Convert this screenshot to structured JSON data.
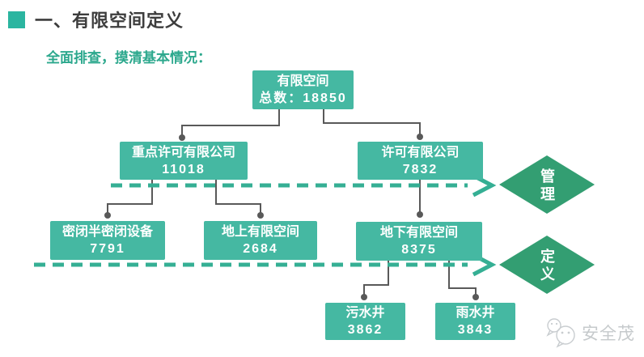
{
  "header": {
    "title": "一、有限空间定义"
  },
  "intro": "全面排查，摸清基本情况：",
  "tree": {
    "root": {
      "label": "有限空间",
      "value": "总数：18850"
    },
    "level2": [
      {
        "label": "重点许可有限公司",
        "value": "11018"
      },
      {
        "label": "许可有限公司",
        "value": "7832"
      }
    ],
    "level3": [
      {
        "label": "密闭半密闭设备",
        "value": "7791"
      },
      {
        "label": "地上有限空间",
        "value": "2684"
      },
      {
        "label": "地下有限空间",
        "value": "8375"
      }
    ],
    "level4": [
      {
        "label": "污水井",
        "value": "3862"
      },
      {
        "label": "雨水井",
        "value": "3843"
      }
    ]
  },
  "annotations": {
    "management": "管理",
    "definition": "定义"
  },
  "watermark": {
    "text": "安全茂"
  },
  "colors": {
    "box": "#45b8a2",
    "diamond": "#339e72",
    "dashed_arrow": "#35af94",
    "connector": "#595959",
    "title_bullet": "#2bb5a0",
    "title_text": "#3d3d3d",
    "intro_text": "#2ca88d",
    "watermark_text": "#c6cacc"
  }
}
